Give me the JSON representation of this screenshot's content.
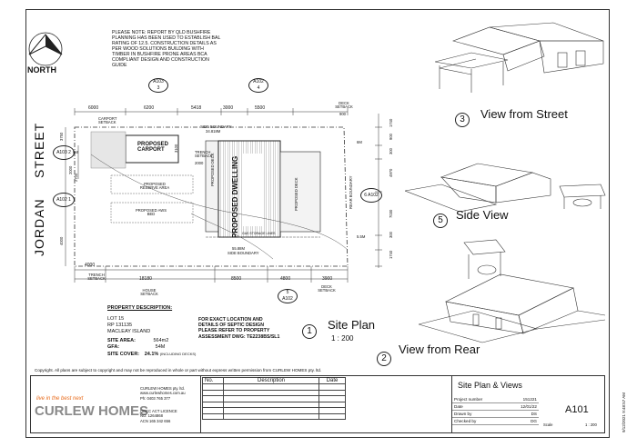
{
  "north_label": "NORTH",
  "planning_note": "PLEASE NOTE: REPORT BY QLD BUSHFIRE PLANNING HAS BEEN USED TO ESTABLISH BAL RATING OF 12.5. CONSTRUCTION DETAILS AS PER WOOD SOLUTIONS BUILDING WITH TIMBER IN BUSHFIRE PRONE AREAS BCA COMPLIANT DESIGN AND CONSTRUCTION GUIDE",
  "streets": {
    "top": "STREET",
    "bottom": "JORDAN"
  },
  "section_markers": [
    {
      "code": "A103",
      "num": "3"
    },
    {
      "code": "A102",
      "num": "4"
    },
    {
      "code": "A103",
      "num": "2"
    },
    {
      "code": "A102",
      "num": "1"
    },
    {
      "code": "A102",
      "num": "6"
    },
    {
      "code": "A102",
      "num": "5"
    }
  ],
  "dims_top": [
    "6000",
    "6200",
    "5418",
    "3000",
    "5500"
  ],
  "dims_bottom": [
    "4000",
    "18180",
    "8500",
    "4800",
    "3900"
  ],
  "dims_right": [
    "1740",
    "900",
    "300",
    "4970",
    "7030",
    "300",
    "1740"
  ],
  "dims_left": [
    "3750",
    "2000",
    "2700",
    "4000"
  ],
  "plan_labels": {
    "carport": "PROPOSED CARPORT",
    "dwelling": "PROPOSED DWELLING",
    "deck1": "PROPOSED DECK",
    "deck2": "PROPOSED DECK",
    "reserve": "PROPOSED RESERVE AREA",
    "aws": "PROPOSED AWS BED",
    "side_boundary_top": "SIDE BOUNDARY",
    "side_boundary_top_len": "34.818M",
    "side_boundary_bottom": "SIDE BOUNDARY",
    "side_boundary_bottom_len": "55.88M",
    "rear_boundary": "REAR BOUNDARY",
    "trench_setback_top": "TRENCH SETBACK",
    "carport_setback": "CARPORT SETBACK",
    "deck_setback": "DECK SETBACK",
    "trench_setback_bottom": "TRENCH SETBACK",
    "house_setback": "HOUSE SETBACK",
    "deck_setback_bottom": "DECK SETBACK",
    "gas_storage": "GAS STORAGE LINES",
    "dim_6m": "6M",
    "dim_5_5m": "5.5M",
    "dim_3100": "3100",
    "dim_2000": "2000",
    "dim_900": "900",
    "dim_8m": "8M"
  },
  "views": [
    {
      "num": "3",
      "label": "View from Street"
    },
    {
      "num": "5",
      "label": "Side View"
    },
    {
      "num": "2",
      "label": "View from Rear"
    }
  ],
  "site_plan": {
    "num": "1",
    "title": "Site Plan",
    "scale": "1 : 200"
  },
  "property": {
    "heading": "PROPERTY DESCRIPTION:",
    "lot": "LOT 15",
    "rp": "RP 131135",
    "location": "MACLEAY ISLAND",
    "site_area_label": "SITE AREA:",
    "site_area": "564m2",
    "gfa_label": "GFA:",
    "gfa": "54M",
    "cover_label": "SITE COVER:",
    "cover": "24.1%",
    "cover_note": "(INCLUDING DECKS)"
  },
  "septic_note": "FOR EXACT LOCATION AND DETAILS OF SEPTIC DESIGN PLEASE REFER TO PROPERTY ASSESSMENT DWG: TE2238BS/SL1",
  "copyright": "Copyright. All plans are subject to copyright and may not be reproduced in whole or part without express written permission from CURLEW HOMES pty. ltd.",
  "company": {
    "tagline": "live in the best next",
    "name": "CURLEW HOMES",
    "legal": "CURLEW HOMES pty. ltd.",
    "web": "www.curlewhomes.com.au",
    "phone": "Ph: 0403 765 377",
    "licence_label": "QBCC ACT LICENCE",
    "licence_no": "NO: 1264868",
    "acn": "ACN 165 342 656"
  },
  "revision_table": {
    "headers": [
      "No.",
      "Description",
      "Date"
    ],
    "rows": 7
  },
  "title_block": {
    "title": "Site Plan & Views",
    "rows": [
      {
        "label": "Project number",
        "value": "151221"
      },
      {
        "label": "Date",
        "value": "12/01/22"
      },
      {
        "label": "Drawn by",
        "value": "DS"
      },
      {
        "label": "Checked by",
        "value": "DG"
      }
    ],
    "sheet": "A101",
    "scale_label": "Scale",
    "scale": "1 : 200"
  },
  "print_stamp": "9/12/2021 9:48:57 AM"
}
